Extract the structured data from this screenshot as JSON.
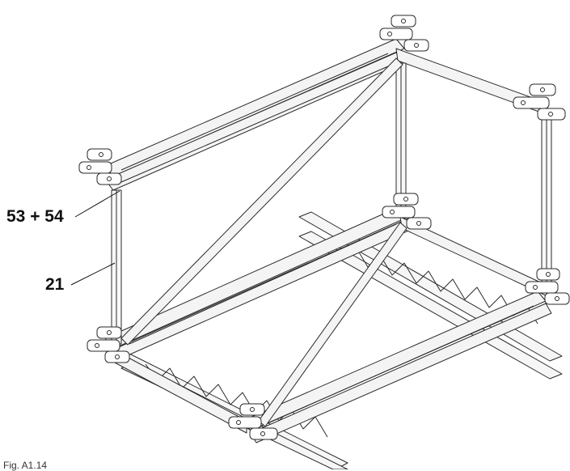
{
  "callouts": [
    {
      "label": "53 + 54"
    },
    {
      "label": "21"
    }
  ],
  "figure_caption": "Fig. A1.14",
  "colors": {
    "line": "#2a2a2a",
    "fill": "#f4f4f4",
    "background": "#ffffff"
  }
}
